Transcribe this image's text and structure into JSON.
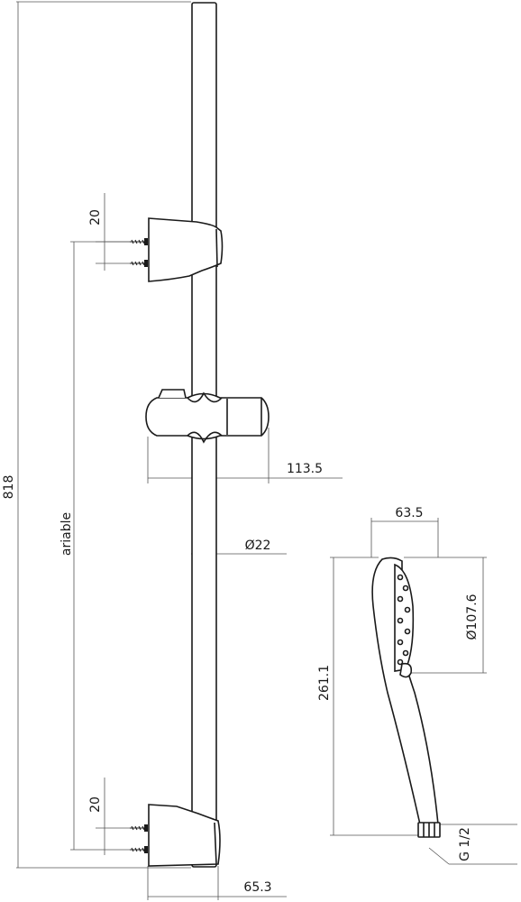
{
  "dimensions": {
    "overall_length": "818",
    "variable": "ariable",
    "bracket_top_spacing": "20",
    "bracket_bottom_spacing": "20",
    "slider_projection": "113.5",
    "rail_diameter": "Ø22",
    "bracket_projection": "65.3",
    "head_width": "63.5",
    "head_diameter": "Ø107.6",
    "handle_length": "261.1",
    "thread": "G 1/2"
  },
  "colors": {
    "line": "#1a1a1a",
    "dimension_line": "#555555",
    "background": "#ffffff"
  }
}
